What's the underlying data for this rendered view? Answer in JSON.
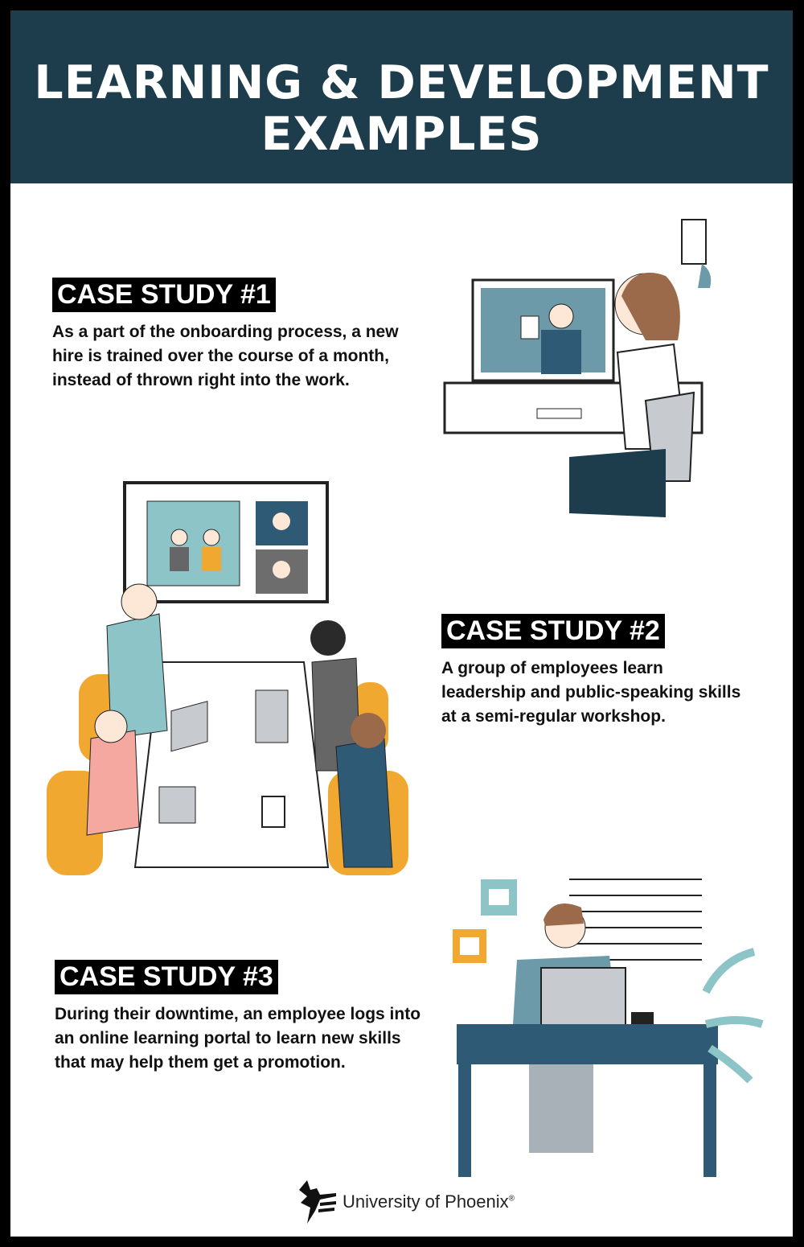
{
  "header": {
    "title_line1": "LEARNING & DEVELOPMENT",
    "title_line2": "EXAMPLES"
  },
  "case_studies": [
    {
      "title": "CASE STUDY #1",
      "text": "As a part of the onboarding process, a new hire is trained over the course of a month, instead of thrown right into the work."
    },
    {
      "title": "CASE STUDY #2",
      "text": "A group of employees learn leadership and public-speaking skills at a semi-regular workshop."
    },
    {
      "title": "CASE STUDY #3",
      "text": "During their downtime, an employee logs into an online learning portal to learn new skills that may help them get a promotion."
    }
  ],
  "footer": {
    "brand": "University of Phoenix",
    "registered": "®"
  },
  "colors": {
    "header_bg": "#1d3c4c",
    "accent_orange": "#f0a830",
    "accent_teal": "#8cc4c8",
    "desk_blue": "#2f5a75"
  }
}
